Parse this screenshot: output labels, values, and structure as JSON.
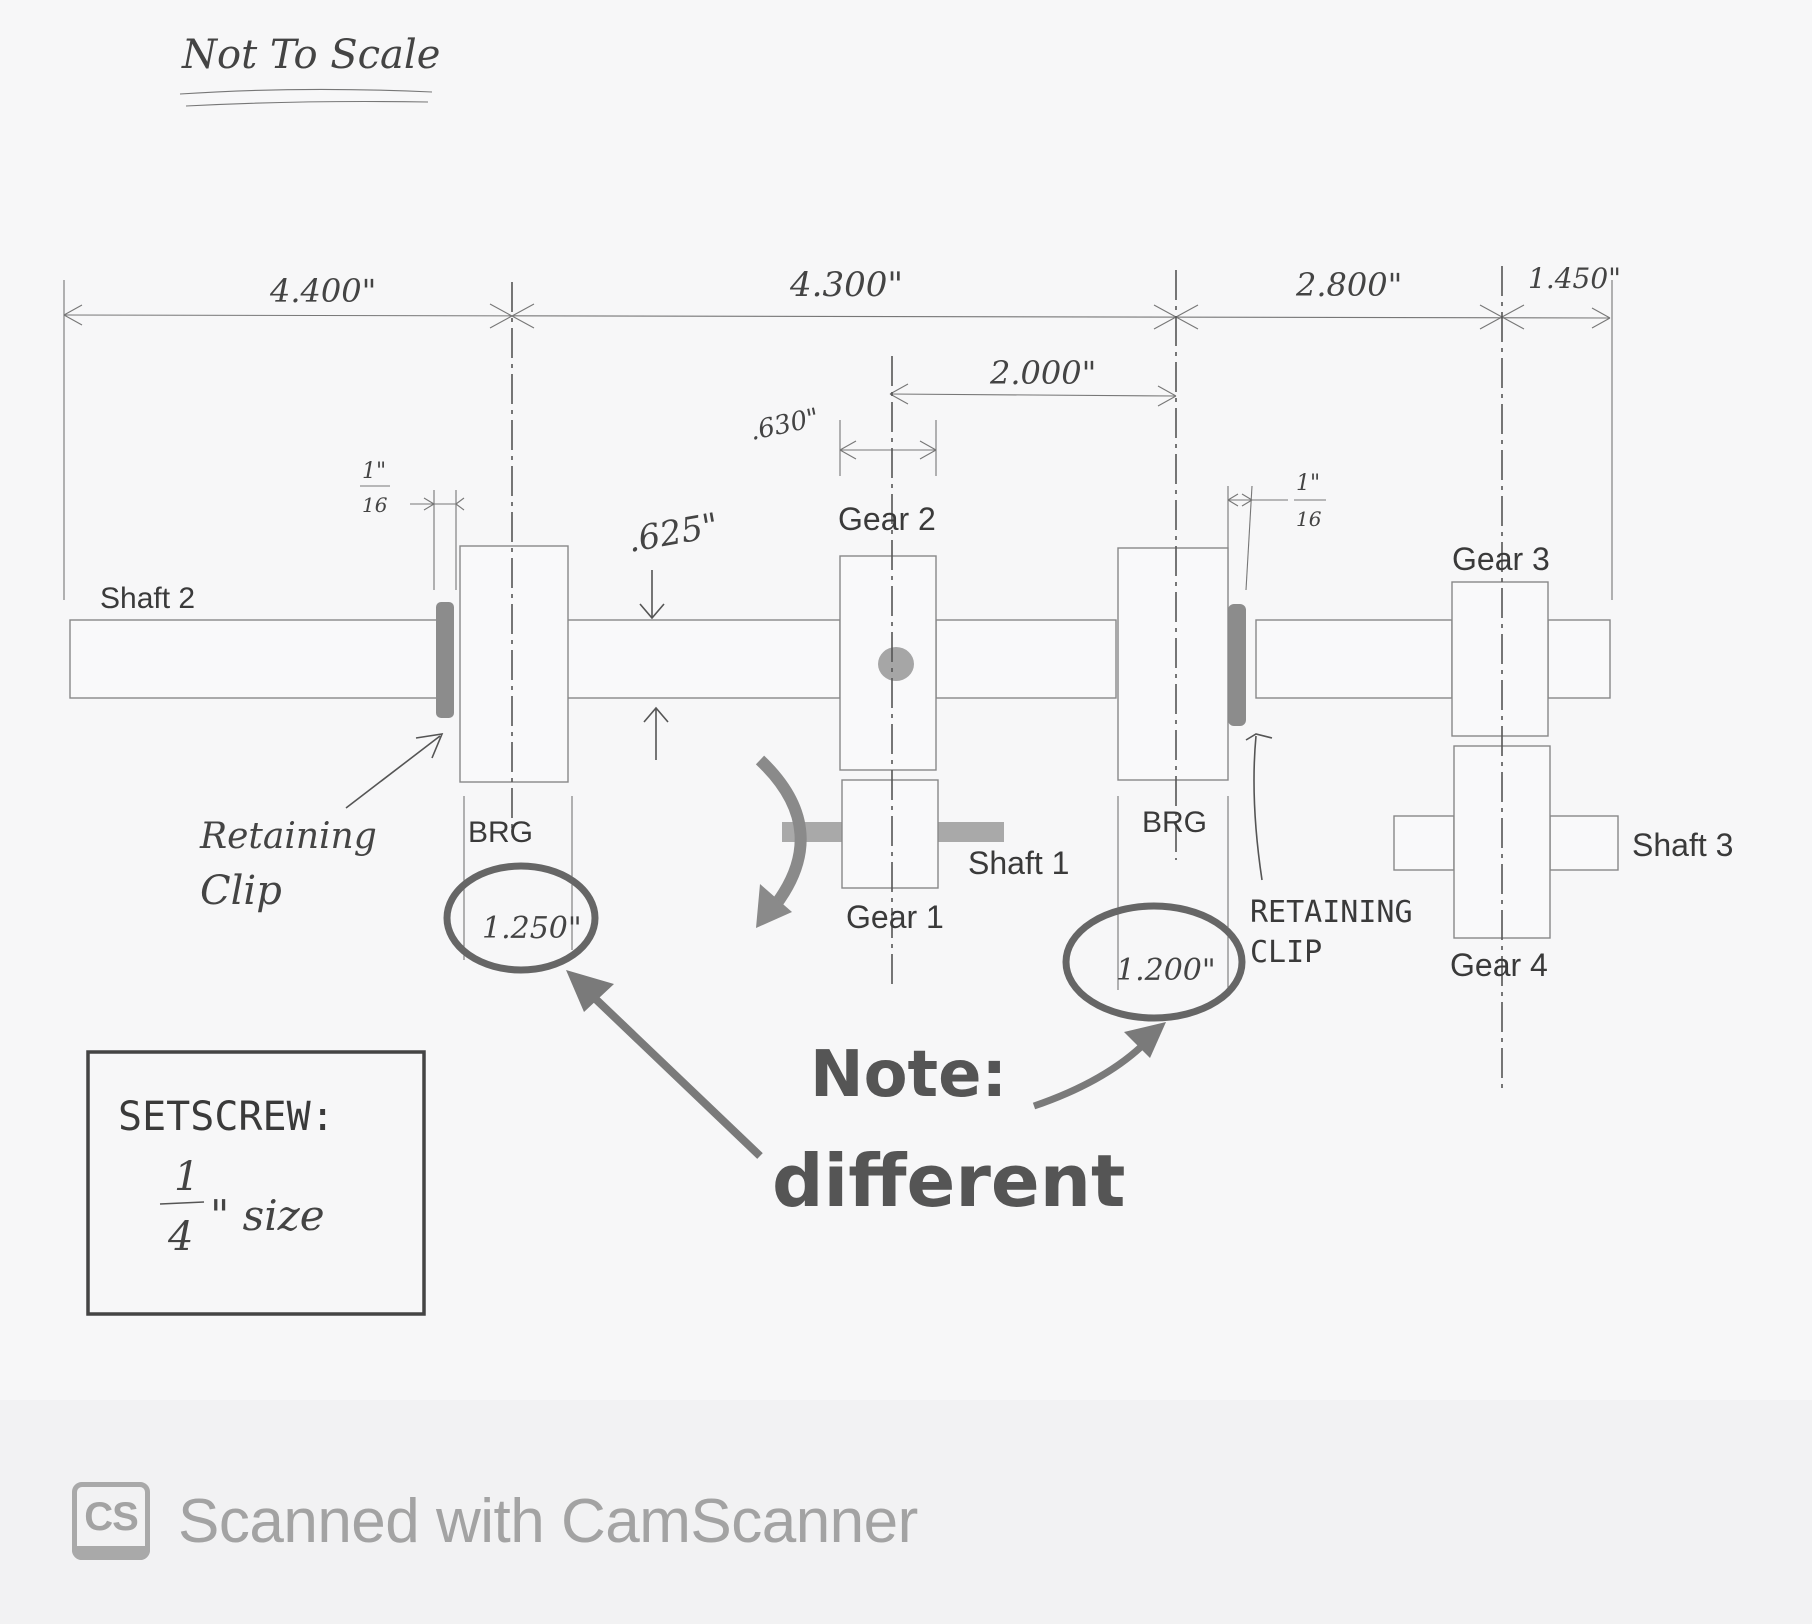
{
  "title": "Not To Scale",
  "dimensions": {
    "d1": "4.400\"",
    "d2": "4.300\"",
    "d3": "2.800\"",
    "d4": "1.450\"",
    "d5": "2.000\"",
    "d6": ".630\"",
    "d7": ".625\"",
    "clip_left_num": "1\"",
    "clip_left_den": "16",
    "clip_right_num": "1\"",
    "clip_right_den": "16"
  },
  "labels": {
    "shaft2": "Shaft 2",
    "shaft1": "Shaft 1",
    "shaft3": "Shaft 3",
    "gear1": "Gear 1",
    "gear2": "Gear 2",
    "gear3": "Gear 3",
    "gear4": "Gear 4",
    "brg_left": "BRG",
    "brg_right": "BRG",
    "brg_left_width": "1.250\"",
    "brg_right_width": "1.200\"",
    "retaining_clip_left_line1": "Retaining",
    "retaining_clip_left_line2": "Clip",
    "retaining_clip_right_line1": "RETAINING",
    "retaining_clip_right_line2": "CLIP"
  },
  "note": {
    "line1": "Note:",
    "line2": "different"
  },
  "setscrew": {
    "heading": "SETSCREW:",
    "size_num": "1",
    "size_den": "4",
    "size_text": "\" size"
  },
  "footer": {
    "logo": "CS",
    "text": "Scanned with CamScanner"
  }
}
